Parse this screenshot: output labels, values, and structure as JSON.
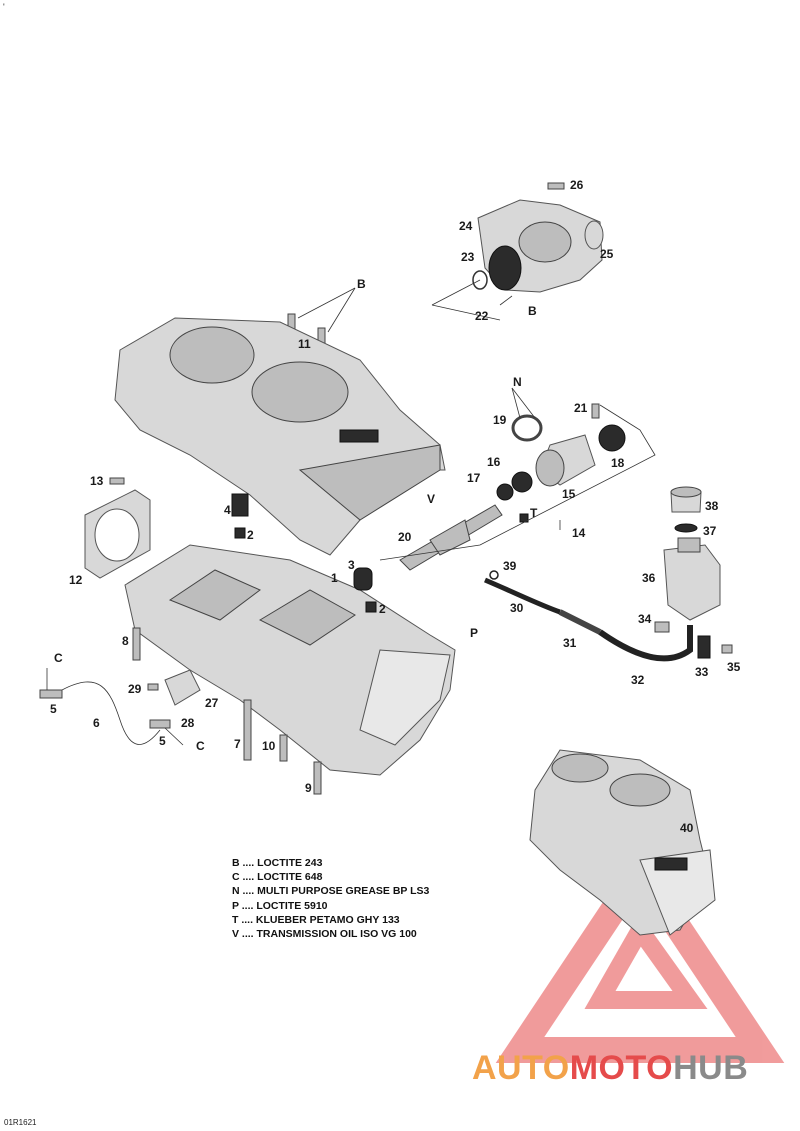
{
  "corner_mark": "'",
  "callouts": [
    {
      "n": "26"
    },
    {
      "n": "24"
    },
    {
      "n": "25"
    },
    {
      "n": "23"
    },
    {
      "n": "22"
    },
    {
      "n": "B"
    },
    {
      "n": "B"
    },
    {
      "n": "11"
    },
    {
      "n": "N"
    },
    {
      "n": "19"
    },
    {
      "n": "21"
    },
    {
      "n": "18"
    },
    {
      "n": "16"
    },
    {
      "n": "17"
    },
    {
      "n": "15"
    },
    {
      "n": "V"
    },
    {
      "n": "T"
    },
    {
      "n": "14"
    },
    {
      "n": "20"
    },
    {
      "n": "13"
    },
    {
      "n": "4"
    },
    {
      "n": "2"
    },
    {
      "n": "12"
    },
    {
      "n": "3"
    },
    {
      "n": "1"
    },
    {
      "n": "2"
    },
    {
      "n": "39"
    },
    {
      "n": "30"
    },
    {
      "n": "38"
    },
    {
      "n": "37"
    },
    {
      "n": "36"
    },
    {
      "n": "34"
    },
    {
      "n": "31"
    },
    {
      "n": "33"
    },
    {
      "n": "35"
    },
    {
      "n": "32"
    },
    {
      "n": "8"
    },
    {
      "n": "P"
    },
    {
      "n": "C"
    },
    {
      "n": "29"
    },
    {
      "n": "27"
    },
    {
      "n": "5"
    },
    {
      "n": "6"
    },
    {
      "n": "28"
    },
    {
      "n": "5"
    },
    {
      "n": "C"
    },
    {
      "n": "7"
    },
    {
      "n": "10"
    },
    {
      "n": "9"
    },
    {
      "n": "40"
    }
  ],
  "legend": [
    "B .... LOCTITE 243",
    "C .... LOCTITE 648",
    "N .... MULTI PURPOSE GREASE BP LS3",
    "P .... LOCTITE 5910",
    "T .... KLUEBER PETAMO GHY 133",
    "V .... TRANSMISSION OIL ISO VG 100"
  ],
  "figure_ref": "01R1621",
  "watermark": {
    "part1": "AUTO",
    "part2": "MOTO",
    "part3": "HUB"
  },
  "colors": {
    "watermark_orange": "#f2a24a",
    "watermark_red": "#e54b4b",
    "watermark_grey": "#8a8a8a"
  }
}
